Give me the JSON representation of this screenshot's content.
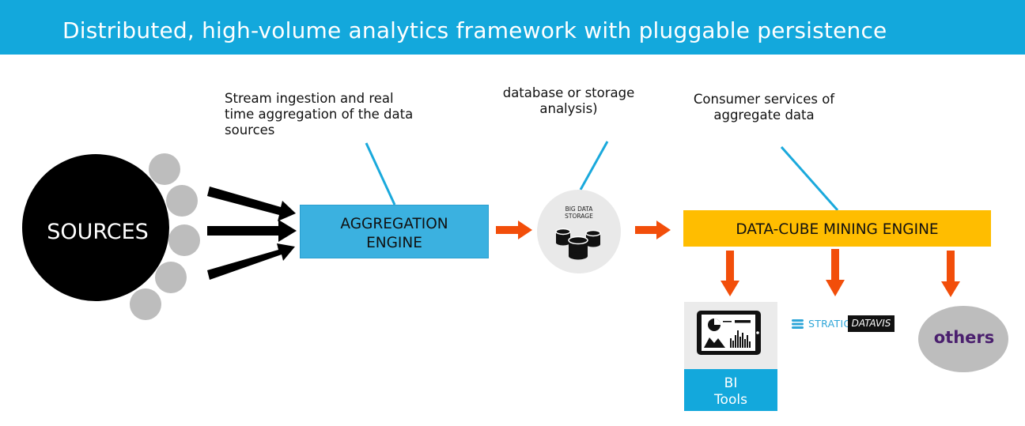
{
  "header": {
    "title": "Distributed, high-volume analytics framework with pluggable persistence"
  },
  "annotations": {
    "ingestion": [
      "Stream ingestion and real",
      "time aggregation of the data",
      "sources"
    ],
    "storage": [
      "database or storage",
      "analysis)"
    ],
    "consumer": [
      "Consumer services  of",
      "aggregate data"
    ]
  },
  "nodes": {
    "sources": "SOURCES",
    "aggregation": [
      "AGGREGATION",
      "ENGINE"
    ],
    "storage": [
      "BIG DATA",
      "STORAGE"
    ],
    "datacube": "DATA-CUBE MINING ENGINE",
    "bi": [
      "BI",
      "Tools"
    ],
    "stratio": "STRATIO",
    "datavis": "DATAVIS",
    "others": "others"
  },
  "colors": {
    "header": "#13a8dc",
    "aggregation": "#3bb1e0",
    "datacube": "#ffbd00",
    "flow_arrow": "#f24e0a",
    "connector": "#1aa9dc",
    "satellite": "#bdbdbd",
    "others": "#bdbdbd"
  },
  "icons": {
    "database": "database-icon",
    "tablet": "tablet-dashboard-icon",
    "stratio": "stratio-logo-icon"
  }
}
